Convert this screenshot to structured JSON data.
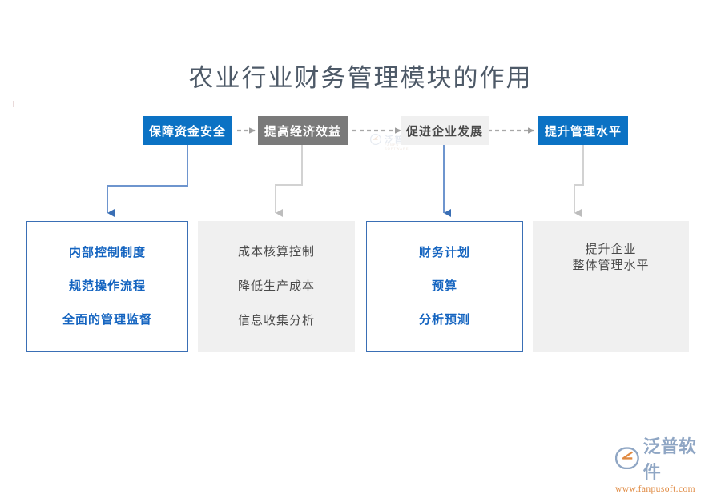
{
  "title": "农业行业财务管理模块的作用",
  "flow": {
    "steps": [
      {
        "label": "保障资金安全",
        "style": "blue"
      },
      {
        "label": "提高经济效益",
        "style": "gray"
      },
      {
        "label": "促进企业发展",
        "style": "light"
      },
      {
        "label": "提升管理水平",
        "style": "blue"
      }
    ]
  },
  "panels": [
    {
      "style": "outlined",
      "lines": [
        "内部控制制度",
        "规范操作流程",
        "全面的管理监督"
      ]
    },
    {
      "style": "filled",
      "lines": [
        "成本核算控制",
        "降低生产成本",
        "信息收集分析"
      ]
    },
    {
      "style": "outlined",
      "lines": [
        "财务计划",
        "预算",
        "分析预测"
      ]
    },
    {
      "style": "filled",
      "lines": [
        "提升企业\n整体管理水平"
      ]
    }
  ],
  "watermark": {
    "center_text": "泛普软件",
    "center_sub": "FANPU SOFTWARE"
  },
  "brand": {
    "name": "泛普软件",
    "url": "www.fanpusoft.com"
  },
  "colors": {
    "blue_fill": "#0B72C4",
    "gray_fill": "#7A7A7A",
    "light_fill": "#F0F0F0",
    "panel_border": "#3A6FB5",
    "panel_text_blue": "#1464C0",
    "panel_text_gray": "#4a4a4a",
    "title_color": "#4e5a68",
    "connector_blue": "#3A6FB5",
    "connector_gray": "#C4C4C4",
    "brand_orange": "#E08A42",
    "brand_blue": "#8FA6C4"
  }
}
